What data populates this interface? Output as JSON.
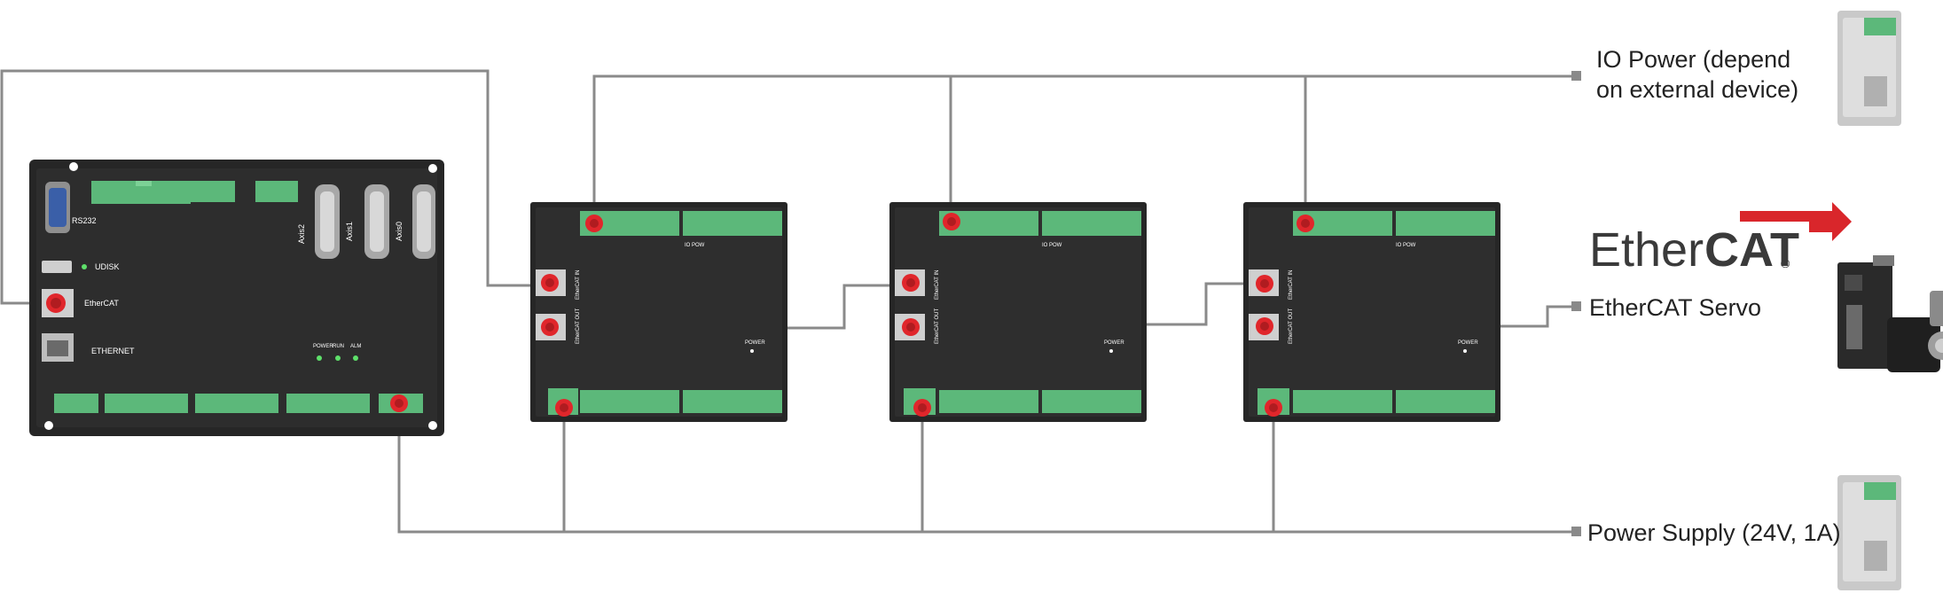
{
  "labels": {
    "io_power_line1": "IO Power (depend",
    "io_power_line2": "on external device)",
    "ethercat_servo": "EtherCAT Servo",
    "power_supply": "Power Supply (24V, 1A)"
  },
  "logo": {
    "ether": "Ether",
    "cat": "CAT",
    "registered": "®",
    "accent_color": "#d9262b"
  },
  "controller": {
    "rs232": "RS232",
    "udisk": "UDISK",
    "ethercat": "EtherCAT",
    "ethernet": "ETHERNET",
    "axis2": "Axis2",
    "axis1": "Axis1",
    "axis0": "Axis0",
    "led_labels": [
      "POWER",
      "RUN",
      "ALM"
    ]
  },
  "io_module": {
    "io_pow": "IO POW",
    "ethercat_in": "EtherCAT IN",
    "ethercat_out": "EtherCAT OUT",
    "power": "POWER"
  },
  "colors": {
    "device_body": "#262626",
    "terminal_green": "#5cb87a",
    "connector_red": "#e0262b",
    "wire": "#8a8a8a",
    "led_green": "#5ee06a"
  }
}
